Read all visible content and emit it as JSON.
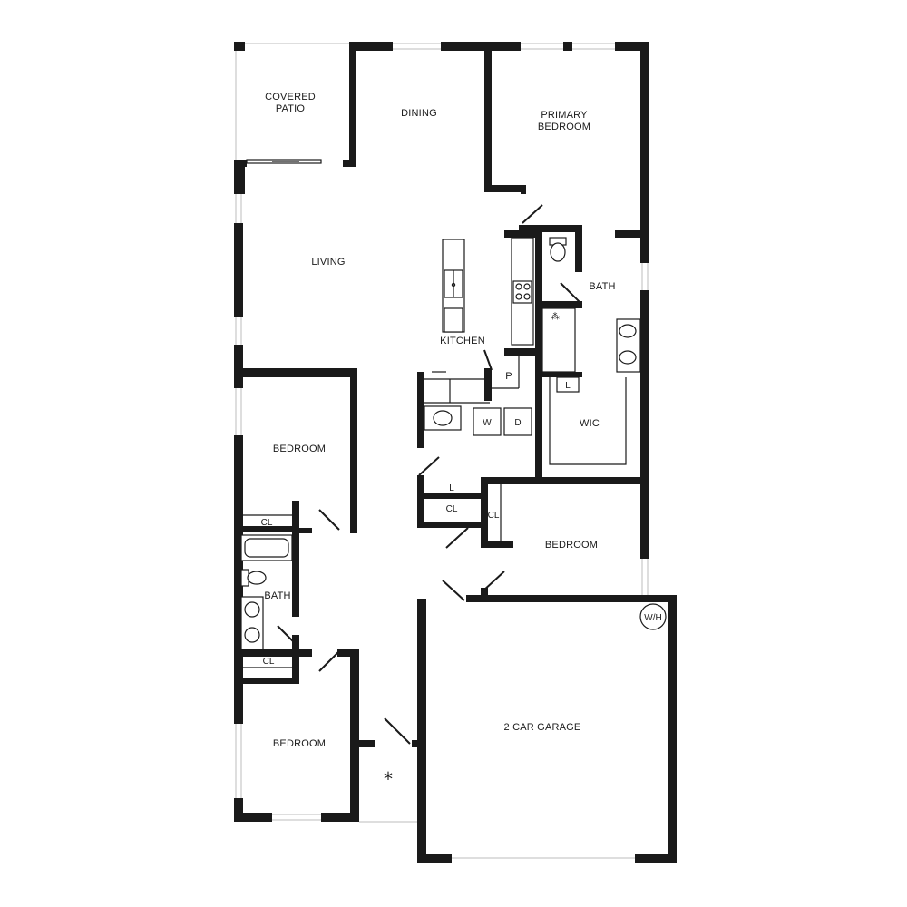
{
  "rooms": {
    "covered_patio_l1": "COVERED",
    "covered_patio_l2": "PATIO",
    "dining": "DINING",
    "primary_bedroom_l1": "PRIMARY",
    "primary_bedroom_l2": "BEDROOM",
    "living": "LIVING",
    "kitchen": "KITCHEN",
    "primary_bath": "BATH",
    "pantry": "P",
    "wic": "WIC",
    "wic_linen": "L",
    "washer": "W",
    "dryer": "D",
    "bedroom_2": "BEDROOM",
    "linen_hall": "L",
    "closet_hall": "CL",
    "closet_bed3": "CL",
    "bedroom_3": "BEDROOM",
    "closet_bed2_upper": "CL",
    "hall_bath": "BATH",
    "closet_bed4": "CL",
    "bedroom_4": "BEDROOM",
    "water_heater": "W/H",
    "garage": "2 CAR GARAGE",
    "entry_marker": "*"
  }
}
